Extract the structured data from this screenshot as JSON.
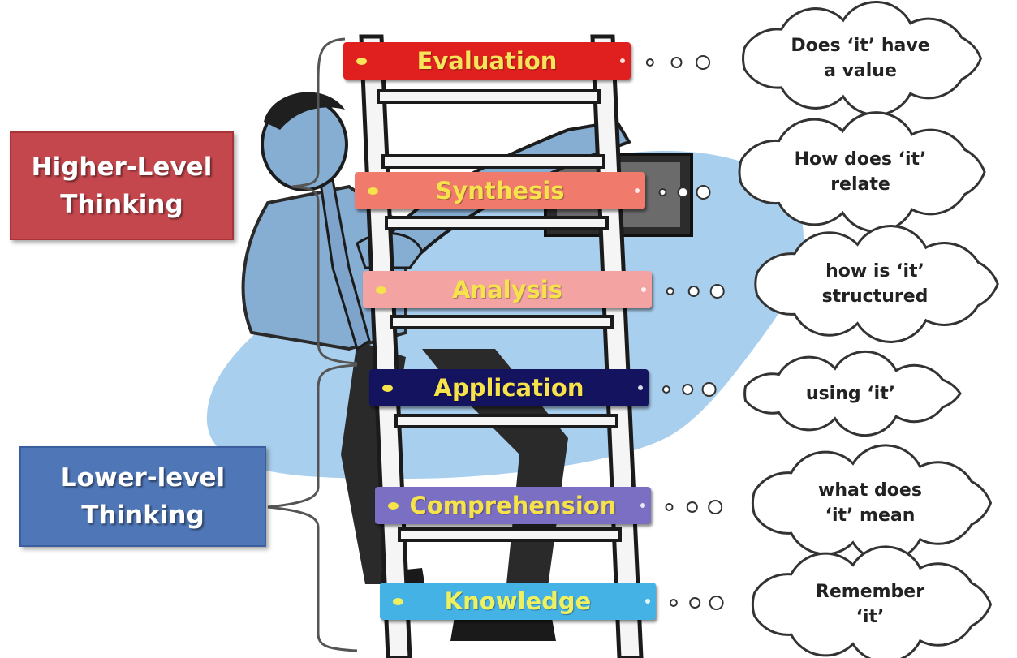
{
  "groups": {
    "higher": {
      "label": "Higher-Level\nThinking",
      "color": "#c3474d"
    },
    "lower": {
      "label": "Lower-level\nThinking",
      "color": "#4f76b7"
    }
  },
  "levels": [
    {
      "label": "Evaluation",
      "question": "Does ‘it’ have\na value",
      "bar_color": "#e0201f",
      "text_color": "#f6e55a"
    },
    {
      "label": "Synthesis",
      "question": "How does ‘it’\nrelate",
      "bar_color": "#f07a6c",
      "text_color": "#f6e24a"
    },
    {
      "label": "Analysis",
      "question": "how is ‘it’\nstructured",
      "bar_color": "#f4a3a3",
      "text_color": "#f6e24a"
    },
    {
      "label": "Application",
      "question": "using ‘it’",
      "bar_color": "#14135f",
      "text_color": "#f6e24a"
    },
    {
      "label": "Comprehension",
      "question": "what does\n‘it’ mean",
      "bar_color": "#7a6fc2",
      "text_color": "#f6e24a"
    },
    {
      "label": "Knowledge",
      "question": "Remember\n‘it’",
      "bar_color": "#45b2e6",
      "text_color": "#eef060"
    }
  ],
  "colors": {
    "background_blob": "#a9cfee",
    "ladder_rail": "#1b1b1b",
    "ladder_face": "#f5f5f5",
    "figure_skin": "#86add2",
    "figure_suit": "#2a2a2a",
    "bracket": "#555555"
  }
}
